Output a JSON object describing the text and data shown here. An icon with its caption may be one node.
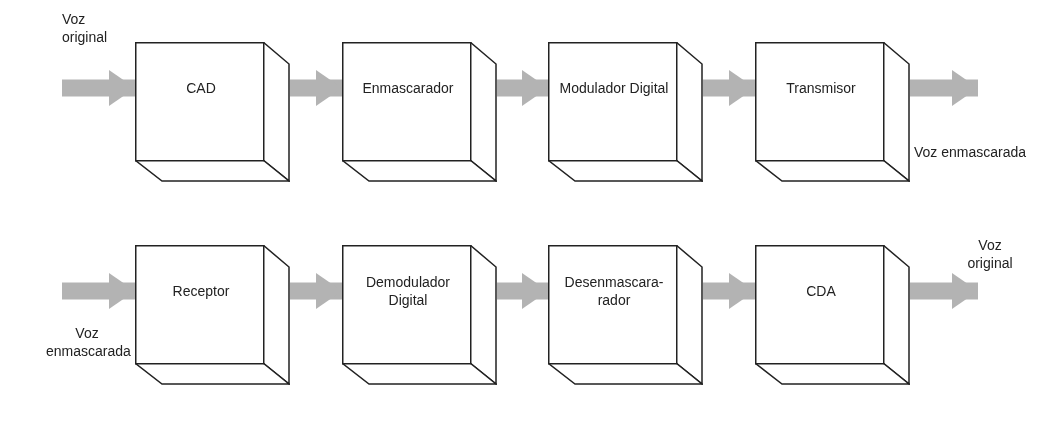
{
  "diagram": {
    "nodes": [
      {
        "text": [
          "CAD"
        ]
      },
      {
        "text": [
          "Enmascarador"
        ]
      },
      {
        "text": [
          "Modulador Digital"
        ]
      },
      {
        "text": [
          "Transmisor"
        ]
      },
      {
        "text": [
          "Receptor"
        ]
      },
      {
        "text": [
          "Demodulador Digital"
        ]
      },
      {
        "text": [
          "Desenmascara- rador"
        ]
      },
      {
        "text": [
          "CDA"
        ]
      }
    ],
    "edges": [
      {
        "from": null,
        "to": 0,
        "arrow": "to"
      },
      {
        "from": 0,
        "to": 1,
        "arrow": "to"
      },
      {
        "from": 1,
        "to": 2,
        "arrow": "to"
      },
      {
        "from": 2,
        "to": 3,
        "arrow": "to"
      },
      {
        "from": 3,
        "to": null,
        "arrow": "to"
      },
      {
        "from": null,
        "to": 4,
        "arrow": "to"
      },
      {
        "from": 4,
        "to": 5,
        "arrow": "to"
      },
      {
        "from": 5,
        "to": 6,
        "arrow": "to"
      },
      {
        "from": 6,
        "to": 7,
        "arrow": "to"
      },
      {
        "from": 7,
        "to": null,
        "arrow": "to"
      }
    ],
    "labels": [
      "Voz original",
      "Voz enmascarada",
      "Voz original",
      "Voz enmascarada"
    ]
  }
}
